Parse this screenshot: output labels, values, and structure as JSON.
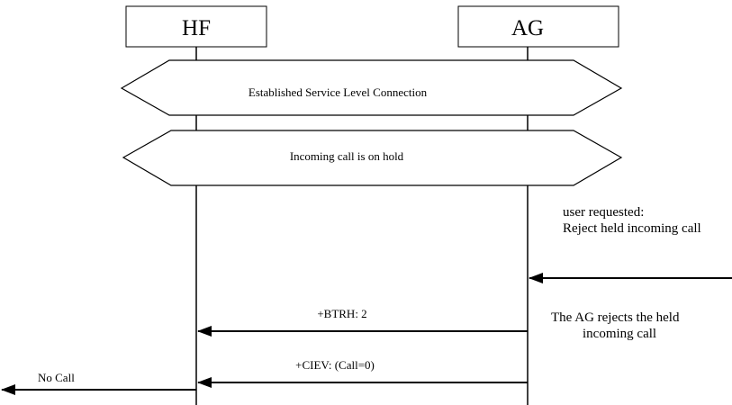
{
  "entities": {
    "hf": {
      "label": "HF"
    },
    "ag": {
      "label": "AG"
    }
  },
  "bands": [
    {
      "label": "Established Service Level Connection"
    },
    {
      "label": "Incoming call is on hold"
    }
  ],
  "notes": {
    "user_request": {
      "line1": "user requested:",
      "line2": "Reject held  incoming call"
    },
    "ag_rejects": {
      "line1": "The AG rejects the held",
      "line2": "incoming call"
    }
  },
  "messages": [
    {
      "label": "+BTRH: 2",
      "from": "AG",
      "to": "HF"
    },
    {
      "label": "+CIEV: (Call=0)",
      "from": "AG",
      "to": "HF"
    },
    {
      "label": "No Call",
      "from": "HF",
      "to": "external"
    }
  ],
  "colors": {
    "stroke": "#000000",
    "background": "#ffffff"
  }
}
